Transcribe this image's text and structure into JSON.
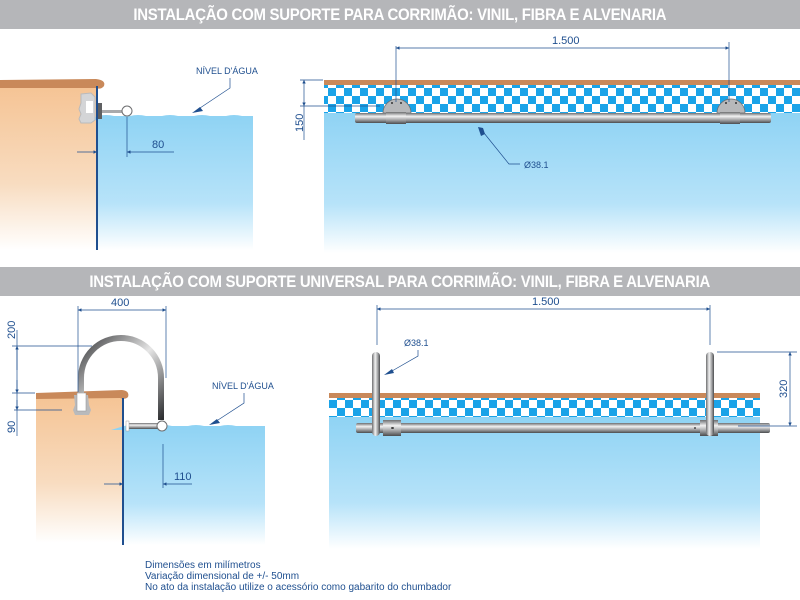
{
  "banners": {
    "top": "INSTALAÇÃO COM SUPORTE PARA CORRIMÃO: VINIL, FIBRA E ALVENARIA",
    "bottom": "INSTALAÇÃO COM SUPORTE UNIVERSAL PARA CORRIMÃO: VINIL, FIBRA E ALVENARIA"
  },
  "diagram1": {
    "side_view": {
      "water_level_label": "NÍVEL D'ÁGUA",
      "offset_dimension": "80"
    },
    "front_view": {
      "span_dimension": "1.500",
      "height_dimension": "150",
      "tube_diameter": "Ø38.1"
    }
  },
  "diagram2": {
    "side_view": {
      "water_level_label": "NÍVEL D'ÁGUA",
      "width_dimension": "400",
      "height_dimension": "200",
      "depth_dimension": "90",
      "offset_dimension": "110"
    },
    "front_view": {
      "span_dimension": "1.500",
      "height_dimension": "320",
      "tube_diameter": "Ø38.1"
    }
  },
  "notes": [
    "Dimensões em milímetros",
    "Variação dimensional de +/- 50mm",
    "No ato da instalação utilize o acessório como gabarito do chumbador"
  ],
  "colors": {
    "banner": "#b5b6b9",
    "dimension_ink": "#1f4f8f",
    "water_top": "#8fd3f4",
    "tile_blue": "#1aa3e8",
    "coping": "#c9895a",
    "wall": "#f6c9a0"
  }
}
